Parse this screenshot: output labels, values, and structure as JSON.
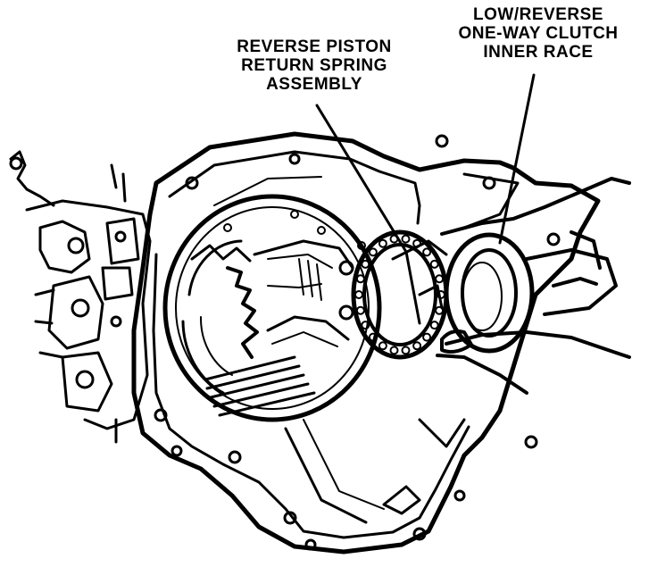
{
  "labels": {
    "piston": [
      "REVERSE PISTON",
      "RETURN SPRING",
      "ASSEMBLY"
    ],
    "race": [
      "LOW/REVERSE",
      "ONE-WAY CLUTCH",
      "INNER RACE"
    ]
  },
  "colors": {
    "ink": "#000000",
    "paper": "#ffffff"
  }
}
